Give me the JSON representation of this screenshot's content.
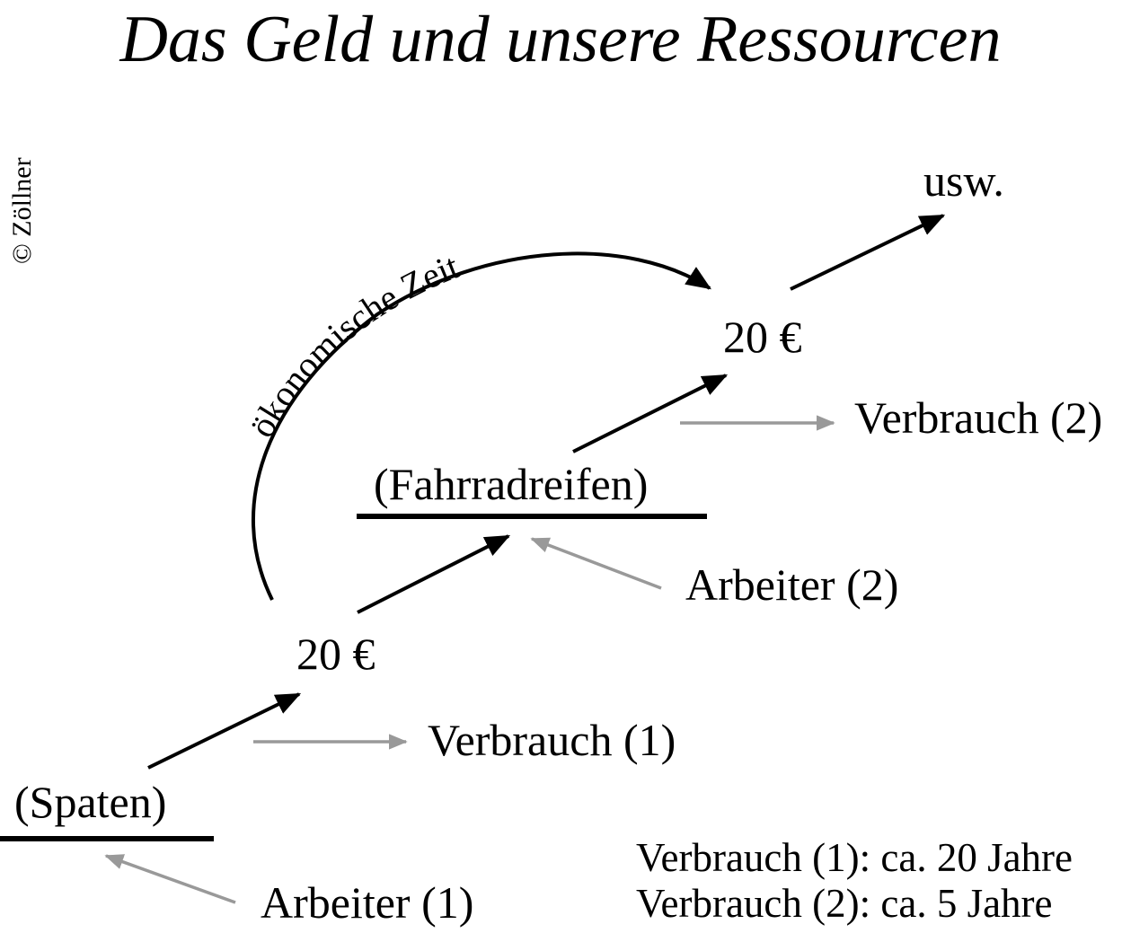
{
  "title": "Das Geld und unsere Ressourcen",
  "copyright": "© Zöllner",
  "curve_label": "ökonomische Zeit",
  "nodes": {
    "spaten": "(Spaten)",
    "money_1": "20 €",
    "fahrradreifen": "(Fahrradreifen)",
    "money_2": "20 €",
    "continuation": "usw."
  },
  "inputs": {
    "arbeiter_1": "Arbeiter (1)",
    "arbeiter_2": "Arbeiter (2)"
  },
  "outputs": {
    "verbrauch_1": "Verbrauch (1)",
    "verbrauch_2": "Verbrauch (2)"
  },
  "notes": {
    "line_1": "Verbrauch (1): ca. 20 Jahre",
    "line_2": "Verbrauch (2): ca. 5 Jahre"
  },
  "colors": {
    "main": "#000000",
    "secondary": "#999999",
    "background": "#ffffff"
  }
}
